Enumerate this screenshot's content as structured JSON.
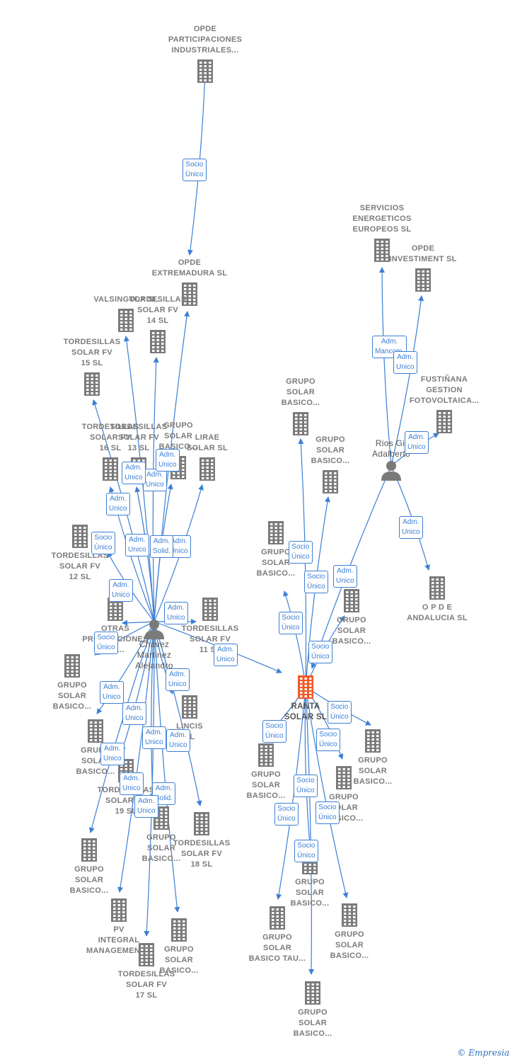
{
  "colors": {
    "edge": "#3b7fd4",
    "company": "#7a7a7a",
    "main": "#f05a28",
    "person": "#7a7a7a",
    "badge_border": "#3b7fd4"
  },
  "nodes": [
    {
      "id": "opde-participaciones",
      "label": "OPDE\nPARTICIPACIONES\nINDUSTRIALES...",
      "icon": "building-icon"
    },
    {
      "id": "opde-extremadura",
      "label": "OPDE\nEXTREMADURA SL",
      "icon": "building-icon"
    },
    {
      "id": "valsingula",
      "label": "VALSINGULA SL",
      "icon": "building-icon"
    },
    {
      "id": "tordesillas-14",
      "label": "TORDESILLAS\nSOLAR FV\n14 SL",
      "icon": "building-icon"
    },
    {
      "id": "tordesillas-15",
      "label": "TORDESILLAS\nSOLAR FV\n15 SL",
      "icon": "building-icon"
    },
    {
      "id": "tordesillas-16",
      "label": "TORDESILLAS\nSOLAR FV\n16 SL",
      "icon": "building-icon"
    },
    {
      "id": "tordesillas-13",
      "label": "TORDESILLAS\nSOLAR FV\n13 SL",
      "icon": "building-icon"
    },
    {
      "id": "grupo-solar-basico-a",
      "label": "GRUPO\nSOLAR\nBASICO...",
      "icon": "building-icon"
    },
    {
      "id": "lirae",
      "label": "LIRAE\nSOLAR SL",
      "icon": "building-icon"
    },
    {
      "id": "tordesillas-12",
      "label": "TORDESILLAS\nSOLAR FV\n12 SL",
      "icon": "building-icon"
    },
    {
      "id": "otras-producciones",
      "label": "OTRAS\nPRODUCCIONES\nDE...",
      "icon": "building-icon"
    },
    {
      "id": "tordesillas-11",
      "label": "TORDESILLAS\nSOLAR FV\n11 SL",
      "icon": "building-icon"
    },
    {
      "id": "chavez",
      "label": "Chavez\nMartinez\nAlejandro",
      "icon": "person-icon"
    },
    {
      "id": "grupo-solar-basico-b",
      "label": "GRUPO\nSOLAR\nBASICO...",
      "icon": "building-icon"
    },
    {
      "id": "grupo-solar-basico-c",
      "label": "GRUPO\nSOLAR\nBASICO...",
      "icon": "building-icon"
    },
    {
      "id": "lincis",
      "label": "LINCIS\nSL",
      "icon": "building-icon"
    },
    {
      "id": "tordesillas-19",
      "label": "TORDESILLAS\nSOLAR FV\n19 SL",
      "icon": "building-icon"
    },
    {
      "id": "grupo-solar-basico-d",
      "label": "GRUPO\nSOLAR\nBASICO...",
      "icon": "building-icon"
    },
    {
      "id": "tordesillas-18",
      "label": "TORDESILLAS\nSOLAR FV\n18 SL",
      "icon": "building-icon"
    },
    {
      "id": "grupo-solar-basico-e",
      "label": "GRUPO\nSOLAR\nBASICO...",
      "icon": "building-icon"
    },
    {
      "id": "pv-integral",
      "label": "PV\nINTEGRAL\nMANAGEMENT...",
      "icon": "building-icon"
    },
    {
      "id": "grupo-solar-basico-f",
      "label": "GRUPO\nSOLAR\nBASICO...",
      "icon": "building-icon"
    },
    {
      "id": "tordesillas-17",
      "label": "TORDESILLAS\nSOLAR FV\n17 SL",
      "icon": "building-icon"
    },
    {
      "id": "servicios-energeticos",
      "label": "SERVICIOS\nENERGETICOS\nEUROPEOS SL",
      "icon": "building-icon"
    },
    {
      "id": "opde-investiment",
      "label": "OPDE\nINVESTIMENT SL",
      "icon": "building-icon"
    },
    {
      "id": "fustinana",
      "label": "FUSTIÑANA\nGESTION\nFOTOVOLTAICA...",
      "icon": "building-icon"
    },
    {
      "id": "rios",
      "label": "Rios Gil\nAdalberto",
      "icon": "person-icon"
    },
    {
      "id": "opde-andalucia",
      "label": "O P D E\nANDALUCIA SL",
      "icon": "building-icon"
    },
    {
      "id": "grupo-solar-basico-g",
      "label": "GRUPO\nSOLAR\nBASICO...",
      "icon": "building-icon"
    },
    {
      "id": "grupo-solar-basico-h",
      "label": "GRUPO\nSOLAR\nBASICO...",
      "icon": "building-icon"
    },
    {
      "id": "grupo-solar-basico-i",
      "label": "GRUPO\nSOLAR\nBASICO...",
      "icon": "building-icon"
    },
    {
      "id": "grupo-solar-basico-j",
      "label": "GRUPO\nSOLAR\nBASICO...",
      "icon": "building-icon"
    },
    {
      "id": "ranta",
      "label": "RANTA\nSOLAR SL",
      "icon": "building-icon",
      "main": true
    },
    {
      "id": "grupo-solar-basico-k",
      "label": "GRUPO\nSOLAR\nBASICO...",
      "icon": "building-icon"
    },
    {
      "id": "grupo-solar-basico-l",
      "label": "GRUPO\nSOLAR\nBASICO...",
      "icon": "building-icon"
    },
    {
      "id": "grupo-solar-basico-m",
      "label": "GRUPO\nSOLAR\nBASICO...",
      "icon": "building-icon"
    },
    {
      "id": "grupo-solar-basico-n",
      "label": "GRUPO\nSOLAR\nBASICO...",
      "icon": "building-icon"
    },
    {
      "id": "grupo-solar-basico-tau",
      "label": "GRUPO\nSOLAR\nBASICO TAU...",
      "icon": "building-icon"
    },
    {
      "id": "grupo-solar-basico-o",
      "label": "GRUPO\nSOLAR\nBASICO...",
      "icon": "building-icon"
    },
    {
      "id": "grupo-solar-basico-p",
      "label": "GRUPO\nSOLAR\nBASICO...",
      "icon": "building-icon"
    }
  ],
  "edges": [
    {
      "from": "opde-participaciones",
      "to": "opde-extremadura",
      "label": "Socio\nÚnico"
    },
    {
      "from": "chavez",
      "to": "opde-extremadura",
      "label": ""
    },
    {
      "from": "chavez",
      "to": "valsingula",
      "label": "Adm.\nUnico"
    },
    {
      "from": "chavez",
      "to": "tordesillas-14",
      "label": "Adm.\nUnico"
    },
    {
      "from": "chavez",
      "to": "tordesillas-15",
      "label": "Adm.\nUnico"
    },
    {
      "from": "chavez",
      "to": "tordesillas-16",
      "label": "Socio\nÚnico"
    },
    {
      "from": "chavez",
      "to": "tordesillas-13",
      "label": "Adm.\nUnico"
    },
    {
      "from": "chavez",
      "to": "grupo-solar-basico-a",
      "label": "Adm.\nUnico"
    },
    {
      "from": "chavez",
      "to": "lirae",
      "label": "Adm.\nUnico"
    },
    {
      "from": "chavez",
      "to": "tordesillas-12",
      "label": "Adm.\nUnico"
    },
    {
      "from": "chavez",
      "to": "otras-producciones",
      "label": "Adm.\nSolid."
    },
    {
      "from": "chavez",
      "to": "tordesillas-11",
      "label": "Adm.\nUnico"
    },
    {
      "from": "chavez",
      "to": "ranta",
      "label": "Adm.\nUnico"
    },
    {
      "from": "chavez",
      "to": "grupo-solar-basico-b",
      "label": "Socio\nÚnico"
    },
    {
      "from": "chavez",
      "to": "grupo-solar-basico-c",
      "label": "Adm.\nUnico"
    },
    {
      "from": "chavez",
      "to": "lincis",
      "label": "Adm.\nUnico"
    },
    {
      "from": "chavez",
      "to": "tordesillas-19",
      "label": "Adm.\nUnico"
    },
    {
      "from": "chavez",
      "to": "grupo-solar-basico-d",
      "label": "Adm.\nUnico"
    },
    {
      "from": "chavez",
      "to": "tordesillas-18",
      "label": "Adm.\nUnico"
    },
    {
      "from": "chavez",
      "to": "grupo-solar-basico-e",
      "label": "Adm.\nUnico"
    },
    {
      "from": "chavez",
      "to": "pv-integral",
      "label": "Adm.\nUnico"
    },
    {
      "from": "chavez",
      "to": "grupo-solar-basico-f",
      "label": "Adm.\nSolid."
    },
    {
      "from": "chavez",
      "to": "tordesillas-17",
      "label": "Adm.\nUnico"
    },
    {
      "from": "rios",
      "to": "servicios-energeticos",
      "label": "Adm.\nMancom."
    },
    {
      "from": "rios",
      "to": "opde-investiment",
      "label": "Adm.\nUnico"
    },
    {
      "from": "rios",
      "to": "fustinana",
      "label": "Adm.\nUnico"
    },
    {
      "from": "rios",
      "to": "opde-andalucia",
      "label": "Adm.\nUnico"
    },
    {
      "from": "rios",
      "to": "ranta",
      "label": "Adm.\nUnico"
    },
    {
      "from": "ranta",
      "to": "grupo-solar-basico-g",
      "label": "Socio\nÚnico"
    },
    {
      "from": "ranta",
      "to": "grupo-solar-basico-h",
      "label": "Socio\nÚnico"
    },
    {
      "from": "ranta",
      "to": "grupo-solar-basico-i",
      "label": "Socio\nÚnico"
    },
    {
      "from": "ranta",
      "to": "grupo-solar-basico-j",
      "label": "Socio\nÚnico"
    },
    {
      "from": "ranta",
      "to": "grupo-solar-basico-k",
      "label": "Socio\nÚnico"
    },
    {
      "from": "ranta",
      "to": "grupo-solar-basico-l",
      "label": "Socio\nÚnico"
    },
    {
      "from": "ranta",
      "to": "grupo-solar-basico-m",
      "label": "Socio\nÚnico"
    },
    {
      "from": "ranta",
      "to": "grupo-solar-basico-n",
      "label": "Socio\nÚnico"
    },
    {
      "from": "ranta",
      "to": "grupo-solar-basico-tau",
      "label": "Socio\nÚnico"
    },
    {
      "from": "ranta",
      "to": "grupo-solar-basico-o",
      "label": "Socio\nÚnico"
    },
    {
      "from": "ranta",
      "to": "grupo-solar-basico-p",
      "label": "Socio\nÚnico"
    }
  ],
  "footer": {
    "copyright_symbol": "©",
    "brand": "Empresia"
  }
}
